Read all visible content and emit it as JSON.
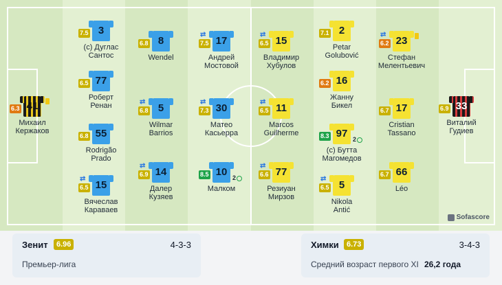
{
  "home": {
    "team": "Зенит",
    "rating": "6.96",
    "formation": "4-3-3",
    "league": "Премьер-лига",
    "color": "#3ba0e8"
  },
  "away": {
    "team": "Химки",
    "rating": "6.73",
    "formation": "3-4-3",
    "age_label": "Средний возраст первого XI",
    "age_value": "26,2 года",
    "color": "#f5e232"
  },
  "brand": "Sofascore",
  "players": [
    {
      "id": "p1",
      "number": "41",
      "name1": "Михаил",
      "name2": "Кержаков",
      "rating": "6.3",
      "rating_color": "orange",
      "kit": "gk-home",
      "card": "yellow"
    },
    {
      "id": "p2",
      "number": "3",
      "name1": "(c) Дуглас",
      "name2": "Сантос",
      "rating": "7.5",
      "rating_color": "yellow",
      "kit": "blue"
    },
    {
      "id": "p3",
      "number": "77",
      "name1": "Роберт",
      "name2": "Ренан",
      "rating": "6.5",
      "rating_color": "yellow",
      "kit": "blue"
    },
    {
      "id": "p4",
      "number": "55",
      "name1": "Rodrigão",
      "name2": "Prado",
      "rating": "6.8",
      "rating_color": "yellow",
      "kit": "blue"
    },
    {
      "id": "p5",
      "number": "15",
      "name1": "Вячеслав",
      "name2": "Караваев",
      "rating": "6.5",
      "rating_color": "yellow",
      "kit": "blue",
      "sub": true
    },
    {
      "id": "p6",
      "number": "8",
      "name1": "Wendel",
      "name2": "",
      "rating": "6.8",
      "rating_color": "yellow",
      "kit": "blue"
    },
    {
      "id": "p7",
      "number": "5",
      "name1": "Wilmar",
      "name2": "Barrios",
      "rating": "6.8",
      "rating_color": "yellow",
      "kit": "blue",
      "sub": true
    },
    {
      "id": "p8",
      "number": "14",
      "name1": "Далер",
      "name2": "Кузяев",
      "rating": "6.9",
      "rating_color": "yellow",
      "kit": "blue",
      "sub": true
    },
    {
      "id": "p9",
      "number": "17",
      "name1": "Андрей",
      "name2": "Мостовой",
      "rating": "7.5",
      "rating_color": "yellow",
      "kit": "blue",
      "sub": true
    },
    {
      "id": "p10",
      "number": "30",
      "name1": "Матео",
      "name2": "Касьерра",
      "rating": "7.3",
      "rating_color": "yellow",
      "kit": "blue",
      "sub": true
    },
    {
      "id": "p11",
      "number": "10",
      "name1": "Малком",
      "name2": "",
      "rating": "8.5",
      "rating_color": "green",
      "kit": "blue",
      "goals": "2"
    },
    {
      "id": "a1",
      "number": "15",
      "name1": "Владимир",
      "name2": "Хубулов",
      "rating": "6.5",
      "rating_color": "yellow",
      "kit": "yellow",
      "sub": true
    },
    {
      "id": "a2",
      "number": "11",
      "name1": "Marcos",
      "name2": "Guilherme",
      "rating": "6.5",
      "rating_color": "yellow",
      "kit": "yellow",
      "sub": true
    },
    {
      "id": "a3",
      "number": "77",
      "name1": "Резиуан",
      "name2": "Мирзов",
      "rating": "6.6",
      "rating_color": "yellow",
      "kit": "yellow",
      "sub": true
    },
    {
      "id": "a4",
      "number": "2",
      "name1": "Petar",
      "name2": "Golubović",
      "rating": "7.1",
      "rating_color": "yellow",
      "kit": "yellow"
    },
    {
      "id": "a5",
      "number": "16",
      "name1": "Жанну",
      "name2": "Бикел",
      "rating": "6.2",
      "rating_color": "orange",
      "kit": "yellow"
    },
    {
      "id": "a6",
      "number": "97",
      "name1": "(c) Бутта",
      "name2": "Магомедов",
      "rating": "8.3",
      "rating_color": "green",
      "kit": "yellow",
      "goals": "2"
    },
    {
      "id": "a7",
      "number": "5",
      "name1": "Nikola",
      "name2": "Antić",
      "rating": "6.5",
      "rating_color": "yellow",
      "kit": "yellow",
      "sub": true
    },
    {
      "id": "a8",
      "number": "23",
      "name1": "Стефан",
      "name2": "Мелентьевич",
      "rating": "6.2",
      "rating_color": "orange",
      "kit": "yellow",
      "sub": true,
      "card": "yellow"
    },
    {
      "id": "a9",
      "number": "17",
      "name1": "Cristian",
      "name2": "Tassano",
      "rating": "6.7",
      "rating_color": "yellow",
      "kit": "yellow"
    },
    {
      "id": "a10",
      "number": "66",
      "name1": "Léo",
      "name2": "",
      "rating": "6.7",
      "rating_color": "yellow",
      "kit": "yellow"
    },
    {
      "id": "a11",
      "number": "33",
      "name1": "Виталий",
      "name2": "Гудиев",
      "rating": "6.9",
      "rating_color": "yellow",
      "kit": "gk-away"
    }
  ]
}
